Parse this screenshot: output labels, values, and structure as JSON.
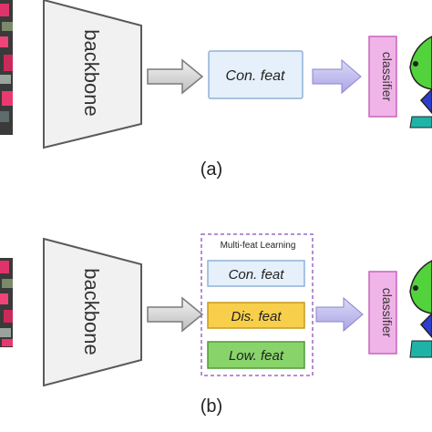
{
  "panel_a": {
    "caption": "(a)",
    "backbone_label": "backbone",
    "feature_label": "Con. feat",
    "classifier_label": "classifier"
  },
  "panel_b": {
    "caption": "(b)",
    "backbone_label": "backbone",
    "group_title": "Multi-feat Learning",
    "features": [
      "Con. feat",
      "Dis. feat",
      "Low. feat"
    ],
    "classifier_label": "classifier"
  },
  "colors": {
    "backbone_fill": "#f1f1f1",
    "con_feat_fill": "#e5f0fb",
    "con_feat_border": "#8fb2d6",
    "dis_feat_fill": "#f8cf4b",
    "dis_feat_border": "#c89a1a",
    "low_feat_fill": "#88d46a",
    "low_feat_border": "#4f9a37",
    "classifier_fill": "#f0b4e8",
    "classifier_border": "#c765bb",
    "group_border": "#9a6cc0",
    "gray_arrow": "#cfcfcf",
    "purple_arrow": "#c5c1ef"
  }
}
